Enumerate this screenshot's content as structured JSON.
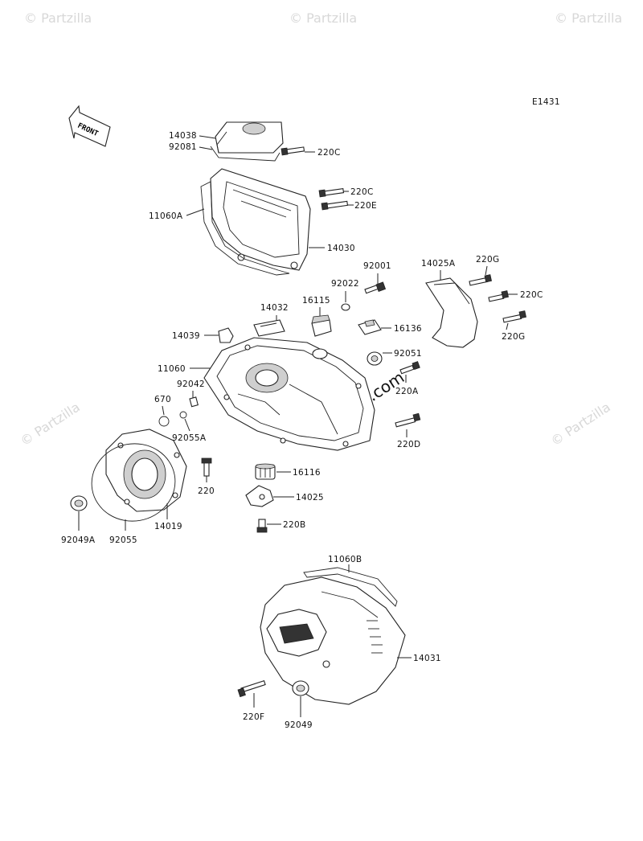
{
  "diagram_code": "E1431",
  "front_label": "FRONT",
  "watermark": {
    "text": "© Partzilla",
    "center_text": "© Partzilla.com"
  },
  "labels": {
    "p14038": "14038",
    "p92081": "92081",
    "p220c_1": "220C",
    "p220c_2": "220C",
    "p220e": "220E",
    "p11060a": "11060A",
    "p14030": "14030",
    "p92001": "92001",
    "p14025a": "14025A",
    "p220g_1": "220G",
    "p220c_3": "220C",
    "p220g_2": "220G",
    "p92022": "92022",
    "p16115": "16115",
    "p14032": "14032",
    "p16136": "16136",
    "p14039": "14039",
    "p92051": "92051",
    "p11060": "11060",
    "p220a": "220A",
    "p92042": "92042",
    "p670": "670",
    "p92055a": "92055A",
    "p220d": "220D",
    "p16116": "16116",
    "p220": "220",
    "p14025": "14025",
    "p220b": "220B",
    "p92049a": "92049A",
    "p92055": "92055",
    "p14019": "14019",
    "p11060b": "11060B",
    "p14031": "14031",
    "p220f": "220F",
    "p92049": "92049"
  }
}
